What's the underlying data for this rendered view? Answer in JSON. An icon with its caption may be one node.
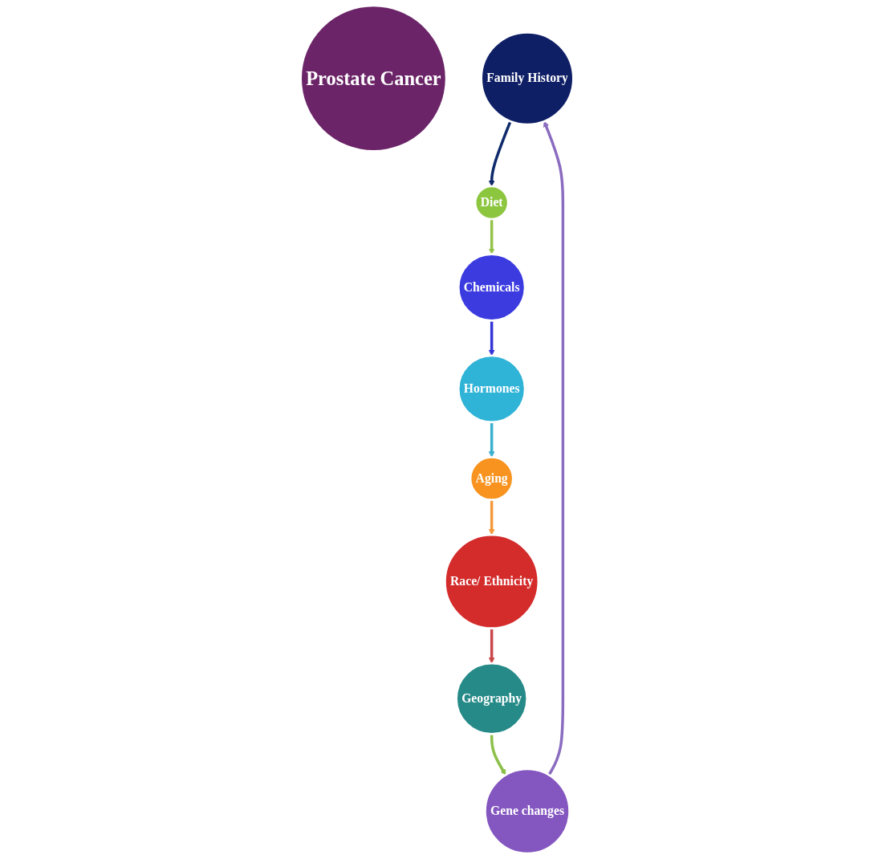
{
  "diagram": {
    "nodes": [
      {
        "text": [
          "Prostate Cancer"
        ]
      },
      {
        "text": [
          "Family History"
        ]
      },
      {
        "text": [
          "Diet"
        ]
      },
      {
        "text": [
          "Chemicals"
        ]
      },
      {
        "text": [
          "Hormones"
        ]
      },
      {
        "text": [
          "Aging"
        ]
      },
      {
        "text": [
          "Race/ Ethnicity"
        ]
      },
      {
        "text": [
          "Geography"
        ]
      },
      {
        "text": [
          "Gene changes"
        ]
      }
    ],
    "edges": [
      {
        "from": 1,
        "to": 2,
        "arrow": "to",
        "color": "#0e2a6b"
      },
      {
        "from": 2,
        "to": 3,
        "arrow": "to",
        "color": "#94c24a"
      },
      {
        "from": 3,
        "to": 4,
        "arrow": "to",
        "color": "#3535d8"
      },
      {
        "from": 4,
        "to": 5,
        "arrow": "to",
        "color": "#3ab0cf"
      },
      {
        "from": 5,
        "to": 6,
        "arrow": "to",
        "color": "#f39a3c"
      },
      {
        "from": 6,
        "to": 7,
        "arrow": "to",
        "color": "#c9474a"
      },
      {
        "from": 7,
        "to": 8,
        "arrow": "to",
        "color": "#8cc04a"
      },
      {
        "from": 8,
        "to": 1,
        "arrow": "to",
        "color": "#8a6cc0"
      }
    ]
  }
}
